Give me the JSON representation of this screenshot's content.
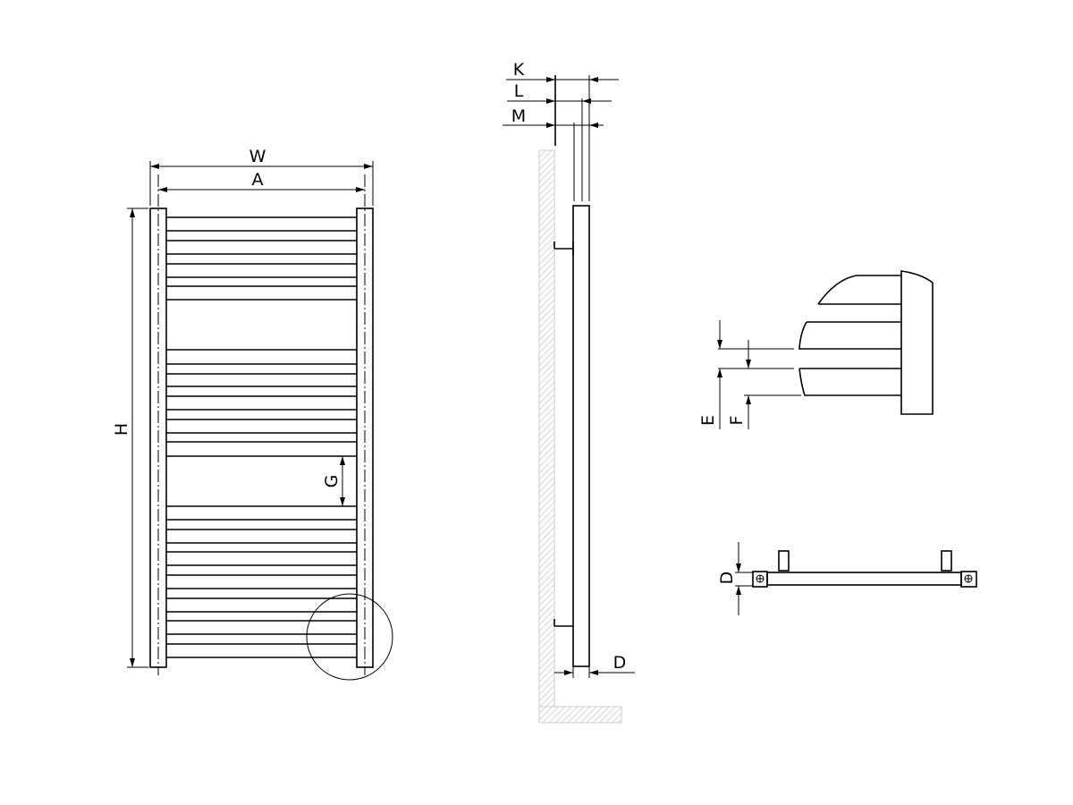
{
  "front_view": {
    "labels": {
      "width": "W",
      "axis_distance": "A",
      "height": "H",
      "gap": "G"
    }
  },
  "side_view": {
    "labels": {
      "k": "K",
      "l": "L",
      "m": "M",
      "depth": "D"
    }
  },
  "detail_view": {
    "labels": {
      "e": "E",
      "f": "F"
    }
  },
  "top_view": {
    "labels": {
      "depth": "D"
    }
  },
  "colors": {
    "line": "#000000",
    "hatch": "#c8c8c8"
  }
}
